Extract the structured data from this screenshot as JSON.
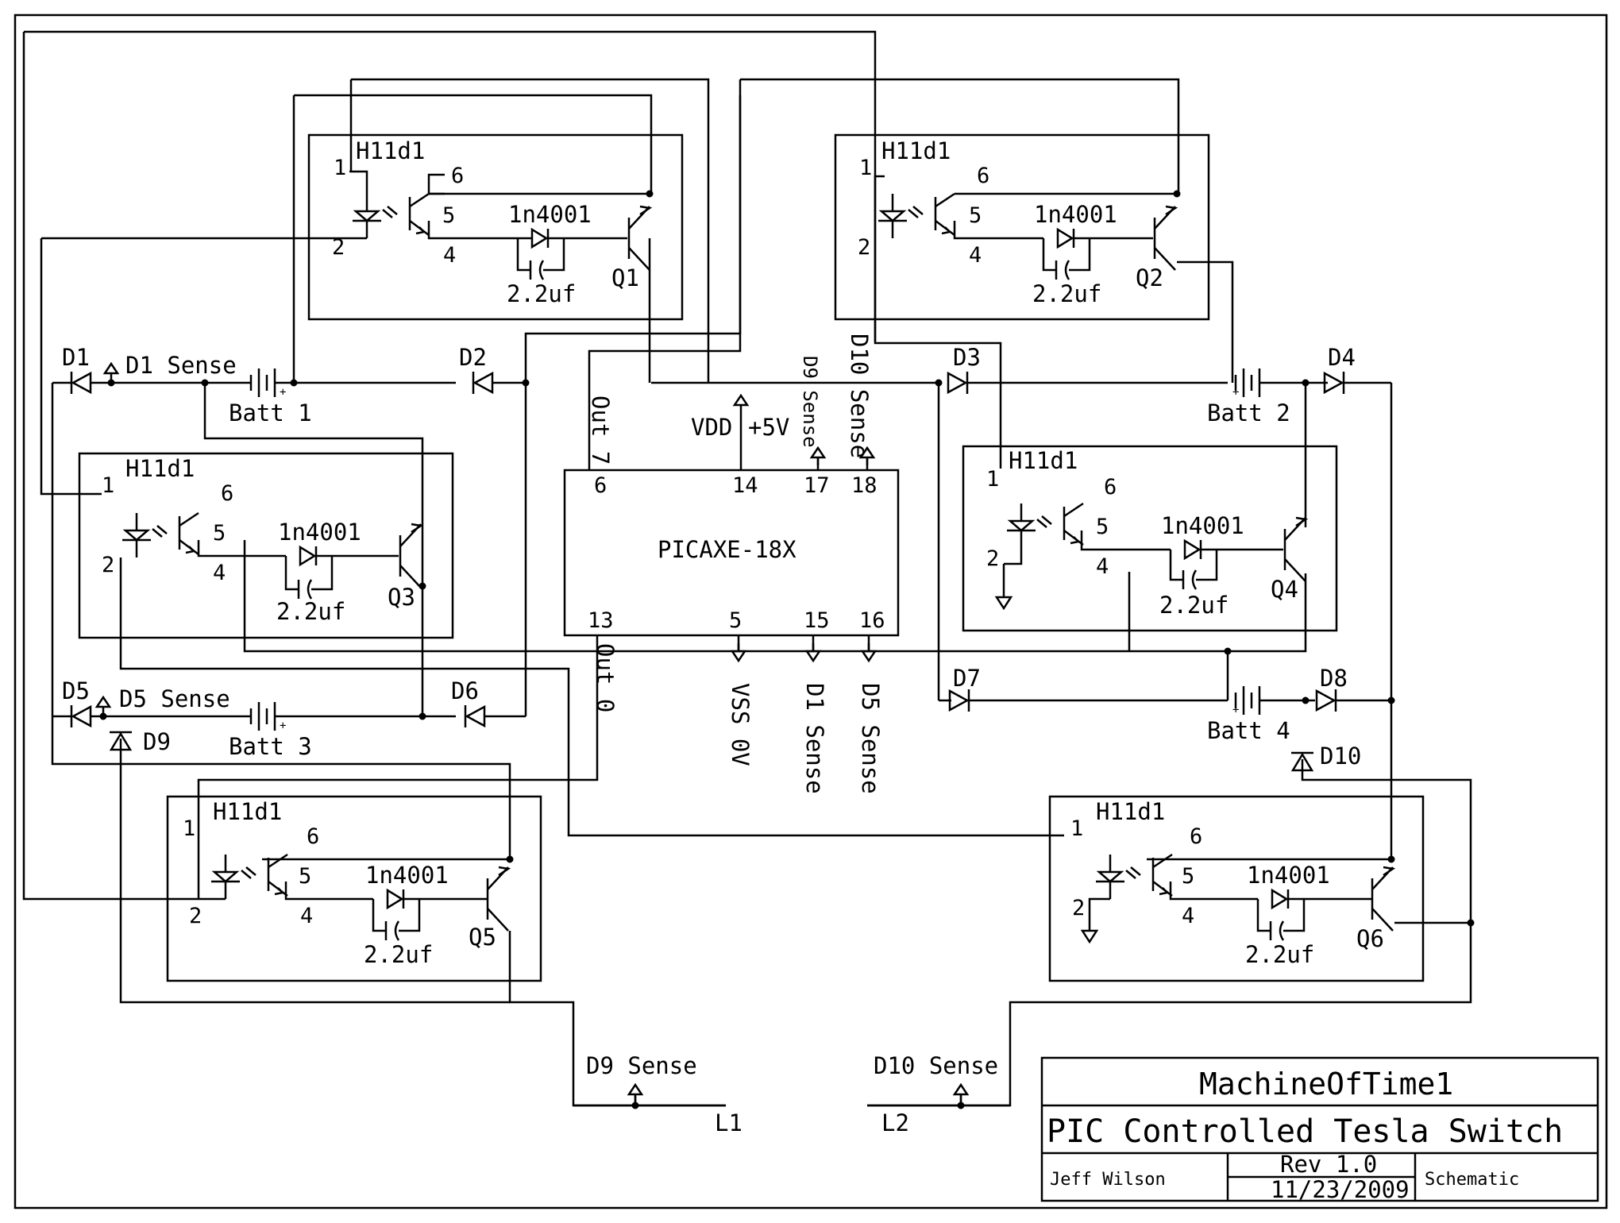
{
  "modules": [
    {
      "id": "m1",
      "opto": "H11d1",
      "pin1": "1",
      "pin2": "2",
      "pin4": "4",
      "pin5": "5",
      "pin6": "6",
      "diode": "1n4001",
      "cap": "2.2uf",
      "q": "Q1"
    },
    {
      "id": "m2",
      "opto": "H11d1",
      "pin1": "1",
      "pin2": "2",
      "pin4": "4",
      "pin5": "5",
      "pin6": "6",
      "diode": "1n4001",
      "cap": "2.2uf",
      "q": "Q2"
    },
    {
      "id": "m3",
      "opto": "H11d1",
      "pin1": "1",
      "pin2": "2",
      "pin4": "4",
      "pin5": "5",
      "pin6": "6",
      "diode": "1n4001",
      "cap": "2.2uf",
      "q": "Q3"
    },
    {
      "id": "m4",
      "opto": "H11d1",
      "pin1": "1",
      "pin2": "2",
      "pin4": "4",
      "pin5": "5",
      "pin6": "6",
      "diode": "1n4001",
      "cap": "2.2uf",
      "q": "Q4"
    },
    {
      "id": "m5",
      "opto": "H11d1",
      "pin1": "1",
      "pin2": "2",
      "pin4": "4",
      "pin5": "5",
      "pin6": "6",
      "diode": "1n4001",
      "cap": "2.2uf",
      "q": "Q5"
    },
    {
      "id": "m6",
      "opto": "H11d1",
      "pin1": "1",
      "pin2": "2",
      "pin4": "4",
      "pin5": "5",
      "pin6": "6",
      "diode": "1n4001",
      "cap": "2.2uf",
      "q": "Q6"
    }
  ],
  "diodes": {
    "d1": "D1",
    "d2": "D2",
    "d3": "D3",
    "d4": "D4",
    "d5": "D5",
    "d6": "D6",
    "d7": "D7",
    "d8": "D8",
    "d9": "D9",
    "d10": "D10"
  },
  "batteries": {
    "b1": "Batt 1",
    "b2": "Batt 2",
    "b3": "Batt 3",
    "b4": "Batt 4"
  },
  "senses": {
    "d1": "D1 Sense",
    "d5": "D5 Sense",
    "d9_vert": "D9 Sense",
    "d10_vert": "D10 Sense",
    "d9_bottom": "D9 Sense",
    "d10_bottom": "D10 Sense"
  },
  "chip": {
    "name": "PICAXE-18X",
    "pins_top": [
      "6",
      "14",
      "17",
      "18"
    ],
    "pins_bottom": [
      "13",
      "5",
      "15",
      "16"
    ],
    "out7": "Out 7",
    "out0": "Out 0",
    "vdd": "VDD",
    "plus5v": "+5V",
    "vss": "VSS 0V",
    "d1_sense": "D1 Sense",
    "d5_sense": "D5 Sense"
  },
  "loads": {
    "l1": "L1",
    "l2": "L2"
  },
  "title_block": {
    "author_handle": "MachineOfTime1",
    "title": "PIC Controlled Tesla Switch",
    "designer": "Jeff Wilson",
    "revision": "Rev 1.0",
    "date": "11/23/2009",
    "sheet_type": "Schematic"
  }
}
